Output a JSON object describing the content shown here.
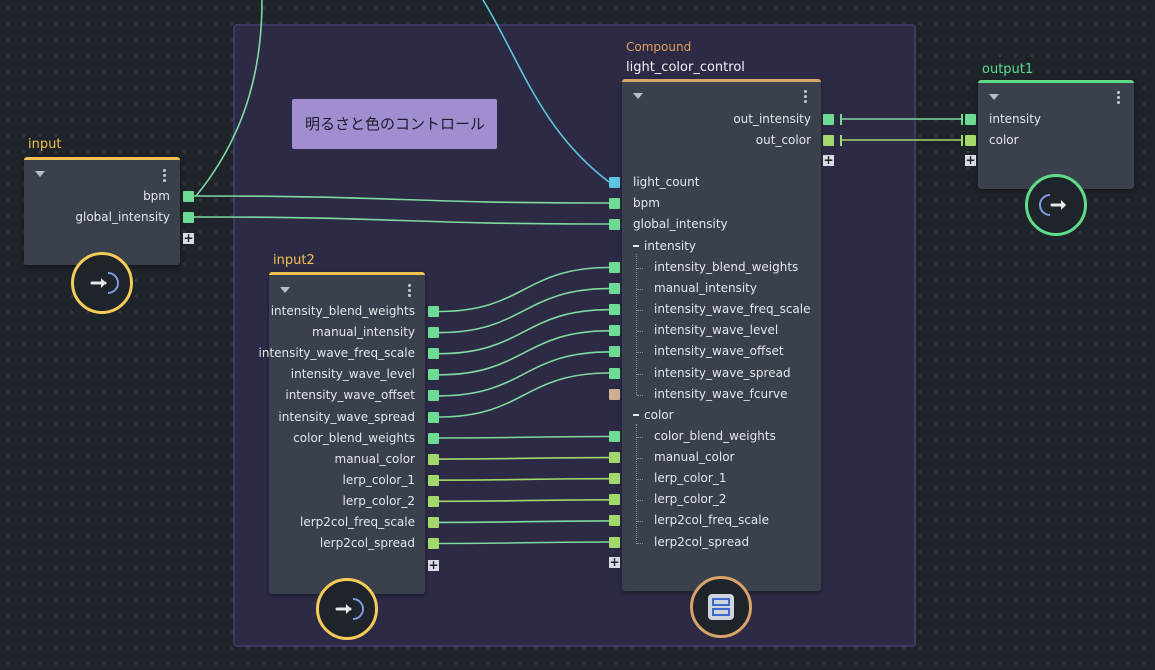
{
  "note": {
    "text": "明るさと色のコントロール"
  },
  "input_node": {
    "title": "input",
    "ports": [
      "bpm",
      "global_intensity"
    ]
  },
  "input2_node": {
    "title": "input2",
    "ports": [
      "intensity_blend_weights",
      "manual_intensity",
      "intensity_wave_freq_scale",
      "intensity_wave_level",
      "intensity_wave_offset",
      "intensity_wave_spread",
      "color_blend_weights",
      "manual_color",
      "lerp_color_1",
      "lerp_color_2",
      "lerp2col_freq_scale",
      "lerp2col_spread"
    ]
  },
  "compound_node": {
    "category": "Compound",
    "title": "light_color_control",
    "outputs": [
      "out_intensity",
      "out_color"
    ],
    "inputs": [
      "light_count",
      "bpm",
      "global_intensity"
    ],
    "intensity_group": {
      "label": "intensity",
      "items": [
        "intensity_blend_weights",
        "manual_intensity",
        "intensity_wave_freq_scale",
        "intensity_wave_level",
        "intensity_wave_offset",
        "intensity_wave_spread",
        "intensity_wave_fcurve"
      ]
    },
    "color_group": {
      "label": "color",
      "items": [
        "color_blend_weights",
        "manual_color",
        "lerp_color_1",
        "lerp_color_2",
        "lerp2col_freq_scale",
        "lerp2col_spread"
      ]
    }
  },
  "output_node": {
    "title": "output1",
    "ports": [
      "intensity",
      "color"
    ]
  },
  "colors": {
    "float_port": "#6edb95",
    "color_port": "#a3d86a",
    "int_port": "#5cc6e0",
    "curve_port": "#cfae94",
    "wire_green": "#7fd9a0",
    "wire_cyan": "#5cc6e0"
  }
}
